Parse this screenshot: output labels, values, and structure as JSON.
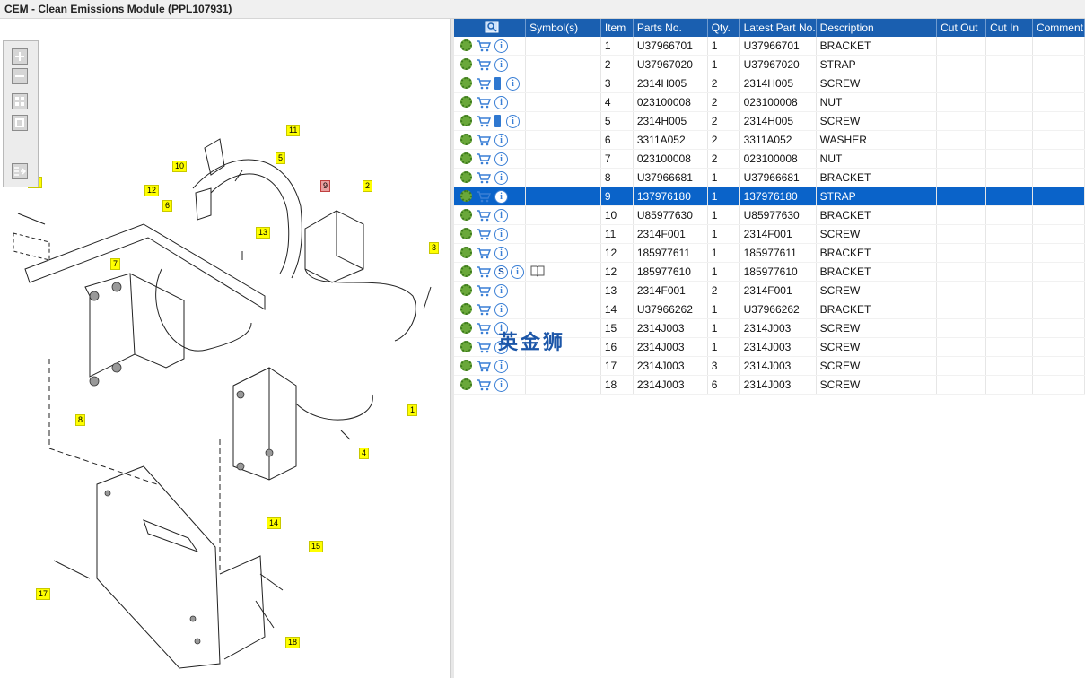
{
  "window": {
    "title": "CEM - Clean Emissions Module (PPL107931)"
  },
  "diagram": {
    "callouts": [
      "11",
      "10",
      "5",
      "16",
      "12",
      "9",
      "2",
      "6",
      "13",
      "3",
      "7",
      "8",
      "1",
      "4",
      "14",
      "15",
      "17",
      "18"
    ]
  },
  "table": {
    "headers": [
      "",
      "Symbol(s)",
      "Item",
      "Parts No.",
      "Qty.",
      "Latest Part No.",
      "Description",
      "Cut Out",
      "Cut In",
      "Comment"
    ],
    "rows": [
      {
        "item": "1",
        "part": "U37966701",
        "qty": "1",
        "latest": "U37966701",
        "desc": "BRACKET",
        "icons": "gi"
      },
      {
        "item": "2",
        "part": "U37967020",
        "qty": "1",
        "latest": "U37967020",
        "desc": "STRAP",
        "icons": "gi"
      },
      {
        "item": "3",
        "part": "2314H005",
        "qty": "2",
        "latest": "2314H005",
        "desc": "SCREW",
        "icons": "gbi"
      },
      {
        "item": "4",
        "part": "023100008",
        "qty": "2",
        "latest": "023100008",
        "desc": "NUT",
        "icons": "gi"
      },
      {
        "item": "5",
        "part": "2314H005",
        "qty": "2",
        "latest": "2314H005",
        "desc": "SCREW",
        "icons": "gbi"
      },
      {
        "item": "6",
        "part": "3311A052",
        "qty": "2",
        "latest": "3311A052",
        "desc": "WASHER",
        "icons": "gi"
      },
      {
        "item": "7",
        "part": "023100008",
        "qty": "2",
        "latest": "023100008",
        "desc": "NUT",
        "icons": "gi"
      },
      {
        "item": "8",
        "part": "U37966681",
        "qty": "1",
        "latest": "U37966681",
        "desc": "BRACKET",
        "icons": "gi"
      },
      {
        "item": "9",
        "part": "137976180",
        "qty": "1",
        "latest": "137976180",
        "desc": "STRAP",
        "icons": "gi"
      },
      {
        "item": "10",
        "part": "U85977630",
        "qty": "1",
        "latest": "U85977630",
        "desc": "BRACKET",
        "icons": "gi"
      },
      {
        "item": "11",
        "part": "2314F001",
        "qty": "1",
        "latest": "2314F001",
        "desc": "SCREW",
        "icons": "gi"
      },
      {
        "item": "12",
        "part": "185977611",
        "qty": "1",
        "latest": "185977611",
        "desc": "BRACKET",
        "icons": "gi"
      },
      {
        "item": "12",
        "part": "185977610",
        "qty": "1",
        "latest": "185977610",
        "desc": "BRACKET",
        "icons": "gsi"
      },
      {
        "item": "13",
        "part": "2314F001",
        "qty": "2",
        "latest": "2314F001",
        "desc": "SCREW",
        "icons": "gi"
      },
      {
        "item": "14",
        "part": "U37966262",
        "qty": "1",
        "latest": "U37966262",
        "desc": "BRACKET",
        "icons": "gi"
      },
      {
        "item": "15",
        "part": "2314J003",
        "qty": "1",
        "latest": "2314J003",
        "desc": "SCREW",
        "icons": "gi"
      },
      {
        "item": "16",
        "part": "2314J003",
        "qty": "1",
        "latest": "2314J003",
        "desc": "SCREW",
        "icons": "gi"
      },
      {
        "item": "17",
        "part": "2314J003",
        "qty": "3",
        "latest": "2314J003",
        "desc": "SCREW",
        "icons": "gi"
      },
      {
        "item": "18",
        "part": "2314J003",
        "qty": "6",
        "latest": "2314J003",
        "desc": "SCREW",
        "icons": "gi"
      }
    ],
    "selected_index": 8
  },
  "watermark": "英金狮",
  "colors": {
    "header": "#1a5fb0",
    "selected": "#0a63c9",
    "callout": "#ffff00"
  }
}
